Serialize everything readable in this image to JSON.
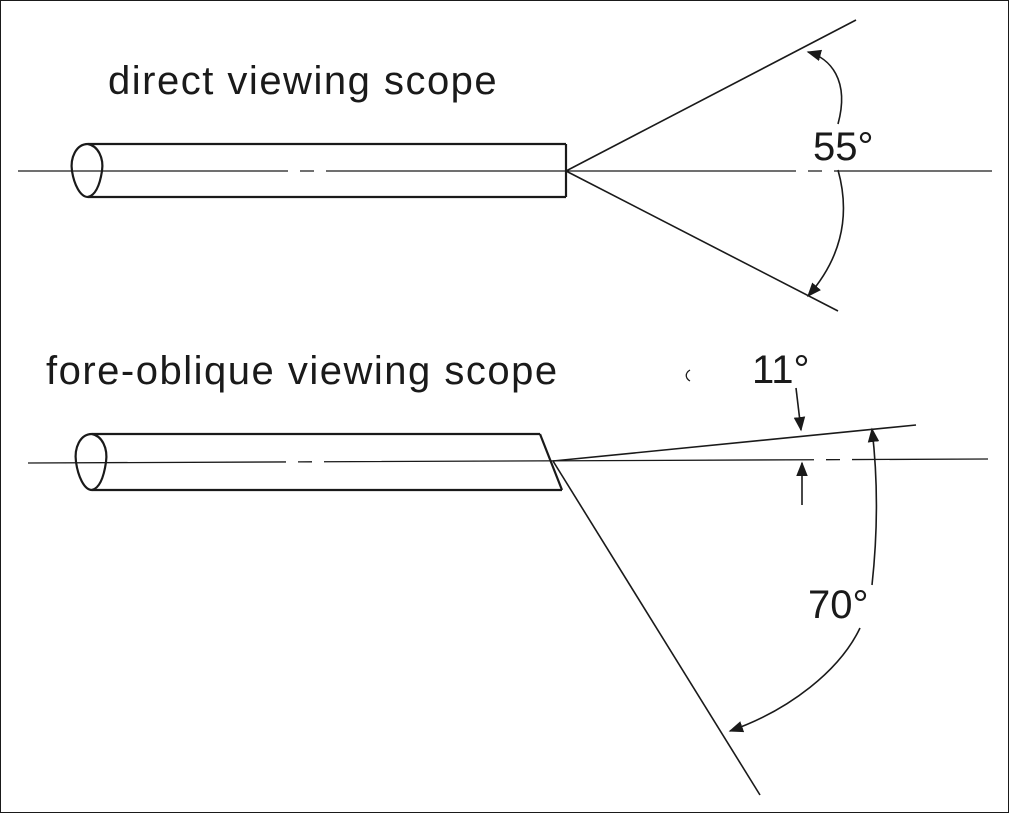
{
  "diagram": {
    "top": {
      "label": "direct viewing scope",
      "angle_label": "55°"
    },
    "bottom": {
      "label": "fore-oblique viewing scope",
      "offset_angle_label": "11°",
      "view_angle_label": "70°"
    }
  },
  "colors": {
    "line": "#1a1a1a",
    "background": "#ffffff"
  }
}
